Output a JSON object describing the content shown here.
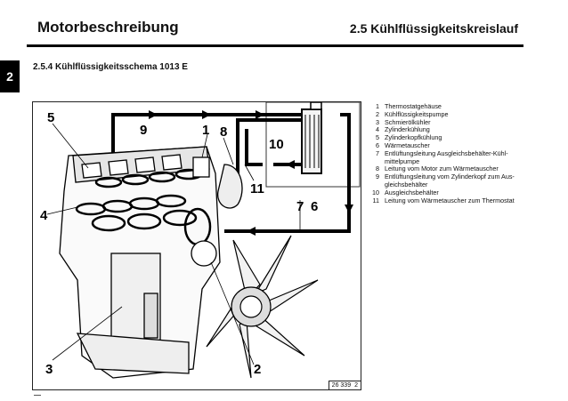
{
  "header": {
    "left_title": "Motorbeschreibung",
    "right_title": "2.5 Kühlflüssigkeitskreislauf"
  },
  "chapter_tab": "2",
  "subheading": "2.5.4  Kühlflüssigkeitsschema 1013 E",
  "figure": {
    "callouts": [
      "1",
      "2",
      "3",
      "4",
      "5",
      "6",
      "7",
      "8",
      "9",
      "10",
      "11"
    ],
    "ref_number": "26 339",
    "ref_suffix": "2"
  },
  "legend": [
    {
      "num": "1",
      "text": "Thermostatgehäuse"
    },
    {
      "num": "2",
      "text": "Kühlflüssigkeitspumpe"
    },
    {
      "num": "3",
      "text": "Schmierölkühler"
    },
    {
      "num": "4",
      "text": "Zylinderkühlung"
    },
    {
      "num": "5",
      "text": "Zylinderkopfkühlung"
    },
    {
      "num": "6",
      "text": "Wärmetauscher"
    },
    {
      "num": "7",
      "text": "Entlüftungsleitung Ausgleichsbehälter-Kühl-mittelpumpe"
    },
    {
      "num": "8",
      "text": "Leitung vom Motor zum Wärmetauscher"
    },
    {
      "num": "9",
      "text": "Entlüftungsleitung vom Zylinderkopf zum Aus-gleichsbehälter"
    },
    {
      "num": "10",
      "text": "Ausgleichsbehälter"
    },
    {
      "num": "11",
      "text": "Leitung vom Wärmetauscher zum Thermostat"
    }
  ]
}
